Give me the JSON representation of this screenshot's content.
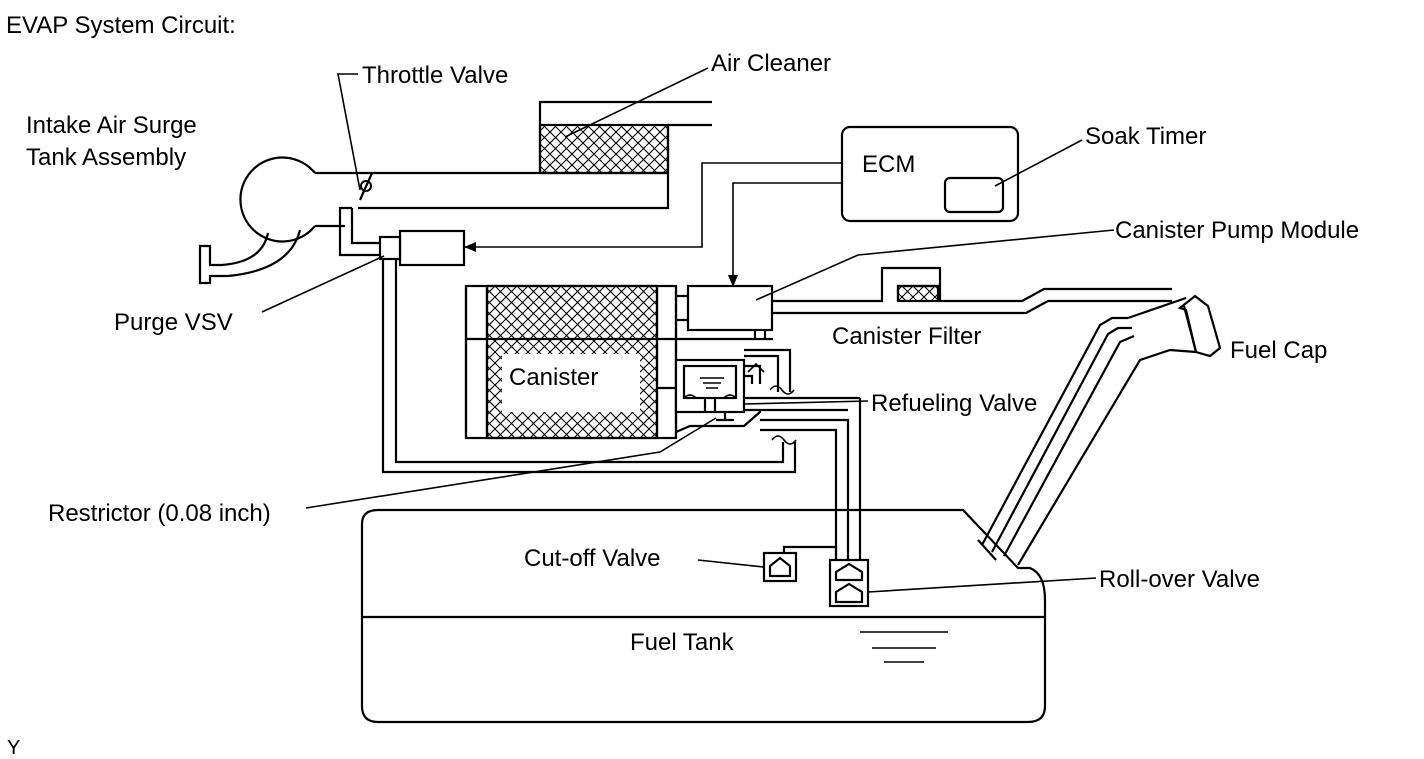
{
  "title": "EVAP System Circuit:",
  "labels": {
    "throttle_valve": "Throttle Valve",
    "air_cleaner": "Air Cleaner",
    "intake_line1": "Intake Air Surge",
    "intake_line2": "Tank Assembly",
    "ecm": "ECM",
    "soak_timer": "Soak Timer",
    "canister_pump_module": "Canister Pump Module",
    "purge_vsv": "Purge VSV",
    "canister_filter": "Canister Filter",
    "fuel_cap": "Fuel Cap",
    "canister": "Canister",
    "refueling_valve": "Refueling Valve",
    "restrictor": "Restrictor (0.08 inch)",
    "cut_off_valve": "Cut-off Valve",
    "roll_over_valve": "Roll-over Valve",
    "fuel_tank": "Fuel Tank"
  },
  "figure_code": "Y"
}
